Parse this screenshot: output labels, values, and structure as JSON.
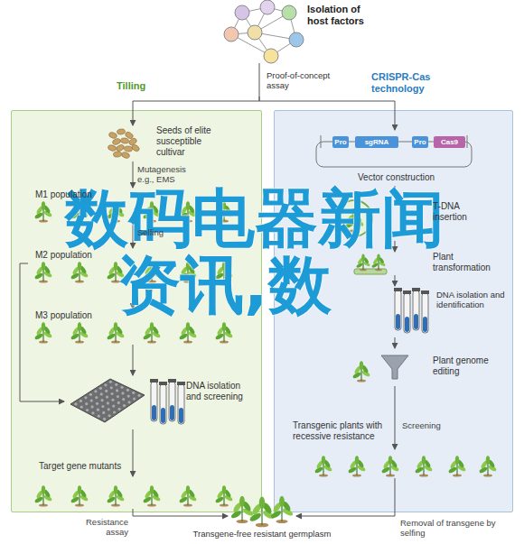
{
  "diagram": {
    "nodes": [
      {
        "text": [
          "Isolation of host factors",
          "Proof-of-concept assay"
        ]
      },
      {
        "text": [
          "Tilling"
        ]
      },
      {
        "text": [
          "Seeds of elite susceptible cultivar"
        ],
        "in": 1
      },
      {
        "text": [
          "M1 population"
        ],
        "in": 1
      },
      {
        "text": [
          "M2 population"
        ],
        "in": 1
      },
      {
        "text": [
          "M3 population"
        ],
        "in": 1
      },
      {
        "text": [
          "DNA isolation and screening"
        ],
        "in": 1
      },
      {
        "text": [
          "Target gene mutants"
        ],
        "in": 1
      },
      {
        "text": [
          "CRISPR-Cas technology"
        ]
      },
      {
        "text": [
          "Vector construction"
        ],
        "in": 8
      },
      {
        "text": [
          "Pro"
        ],
        "in": 9
      },
      {
        "text": [
          "sgRNA"
        ],
        "in": 9
      },
      {
        "text": [
          "Pro"
        ],
        "in": 9
      },
      {
        "text": [
          "Cas9"
        ],
        "in": 9
      },
      {
        "text": [
          "T-DNA insertion"
        ],
        "in": 8
      },
      {
        "text": [
          "Plant transformation"
        ],
        "in": 8
      },
      {
        "text": [
          "DNA isolation and identification"
        ],
        "in": 8
      },
      {
        "text": [
          "Plant genome editing"
        ],
        "in": 8
      },
      {
        "text": [
          "Transgenic plants with recessive resistance"
        ],
        "in": 8
      },
      {
        "text": [
          "Transgene-free resistant germplasm"
        ]
      }
    ],
    "edges": [
      {
        "from": 0,
        "to": 2,
        "arrow": "to"
      },
      {
        "from": 0,
        "to": 9,
        "arrow": "to"
      },
      {
        "from": 2,
        "to": 3,
        "label": "Mutagenesis e.g., EMS",
        "arrow": "to"
      },
      {
        "from": 3,
        "to": 4,
        "label": "Selfing",
        "arrow": "to"
      },
      {
        "from": 4,
        "to": 5,
        "arrow": "to"
      },
      {
        "from": 5,
        "to": 6,
        "arrow": "to"
      },
      {
        "from": 4,
        "to": 6,
        "arrow": "to"
      },
      {
        "from": 6,
        "to": 7,
        "arrow": "to"
      },
      {
        "from": 9,
        "to": 14,
        "arrow": "to"
      },
      {
        "from": 14,
        "to": 15,
        "arrow": "to"
      },
      {
        "from": 15,
        "to": 16,
        "arrow": "to"
      },
      {
        "from": 16,
        "to": 17,
        "arrow": "to"
      },
      {
        "from": 17,
        "to": 18,
        "label": "Screening",
        "arrow": "to"
      },
      {
        "from": 7,
        "to": 19,
        "label": "Resistance assay",
        "arrow": "to"
      },
      {
        "from": 18,
        "to": 19,
        "label": "Removal of transgene by selfing",
        "arrow": "to"
      }
    ],
    "labels": [
      "数码电器新闻 资讯,数"
    ]
  }
}
